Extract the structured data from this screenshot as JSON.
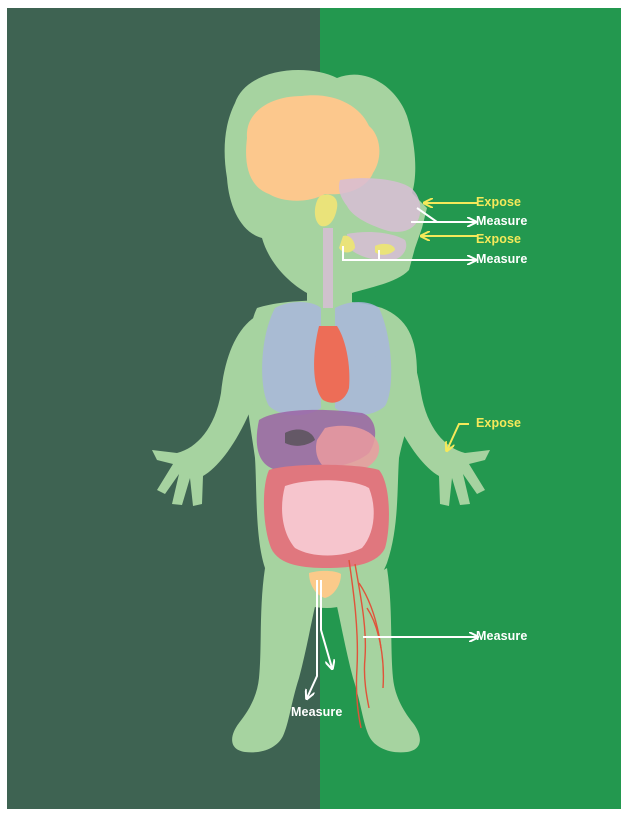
{
  "colors": {
    "left_panel": "#3e6352",
    "right_panel": "#23984f",
    "body": "#a6d3a0",
    "brain": "#fcc88d",
    "nasal": "#d7bdd5",
    "thyroid": "#eae37a",
    "lungs": "#a9b6dc",
    "heart": "#ed6d57",
    "liver": "#9b64a5",
    "stomach": "#eb9ba0",
    "large_intestine": "#e0777e",
    "small_intestine": "#f6c5cd",
    "bladder": "#fbca8a",
    "vessel": "#e0533a",
    "arrow_white": "#ffffff",
    "arrow_yellow": "#f5e95a"
  },
  "labels": {
    "expose_nose": "Expose",
    "measure_nose": "Measure",
    "expose_mouth": "Expose",
    "measure_mouth": "Measure",
    "expose_hand": "Expose",
    "measure_blood": "Measure",
    "measure_urine": "Measure"
  },
  "icons": {
    "arrow_expose": "arrow-left-icon",
    "arrow_measure": "arrow-right-icon"
  }
}
